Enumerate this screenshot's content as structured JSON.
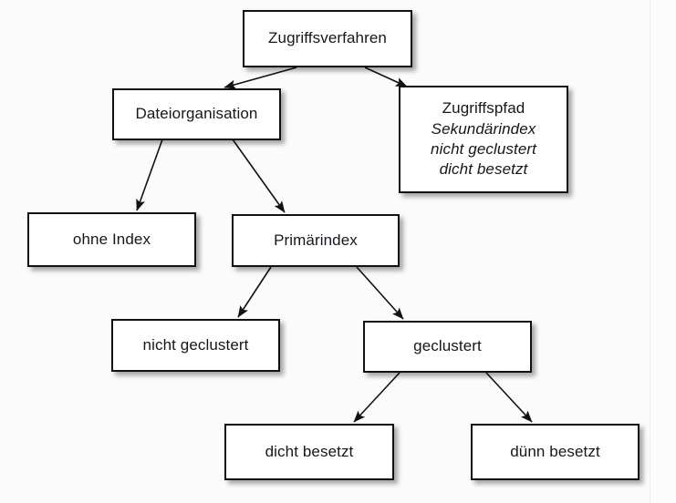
{
  "diagram": {
    "title": "Zugriffsverfahren",
    "background_color": "#fbfbfb",
    "node_fill": "#ffffff",
    "node_border_color": "#111111",
    "text_color": "#16161d",
    "nodes": [
      {
        "id": "zugriffsverfahren",
        "label": "Zugriffsverfahren"
      },
      {
        "id": "dateiorganisation",
        "label": "Dateiorganisation"
      },
      {
        "id": "zugriffspfad",
        "line1": "Zugriffspfad",
        "line2": "Sekundärindex",
        "line3": "nicht geclustert",
        "line4": "dicht besetzt"
      },
      {
        "id": "ohne-index",
        "label": "ohne Index"
      },
      {
        "id": "primaerindex",
        "label": "Primärindex"
      },
      {
        "id": "nicht-geclustert",
        "label": "nicht geclustert"
      },
      {
        "id": "geclustert",
        "label": "geclustert"
      },
      {
        "id": "dicht-besetzt",
        "label": "dicht besetzt"
      },
      {
        "id": "duenn-besetzt",
        "label": "dünn besetzt"
      }
    ],
    "edges": [
      {
        "from": "zugriffsverfahren",
        "to": "dateiorganisation"
      },
      {
        "from": "zugriffsverfahren",
        "to": "zugriffspfad"
      },
      {
        "from": "dateiorganisation",
        "to": "ohne-index"
      },
      {
        "from": "dateiorganisation",
        "to": "primaerindex"
      },
      {
        "from": "primaerindex",
        "to": "nicht-geclustert"
      },
      {
        "from": "primaerindex",
        "to": "geclustert"
      },
      {
        "from": "geclustert",
        "to": "dicht-besetzt"
      },
      {
        "from": "geclustert",
        "to": "duenn-besetzt"
      }
    ]
  }
}
